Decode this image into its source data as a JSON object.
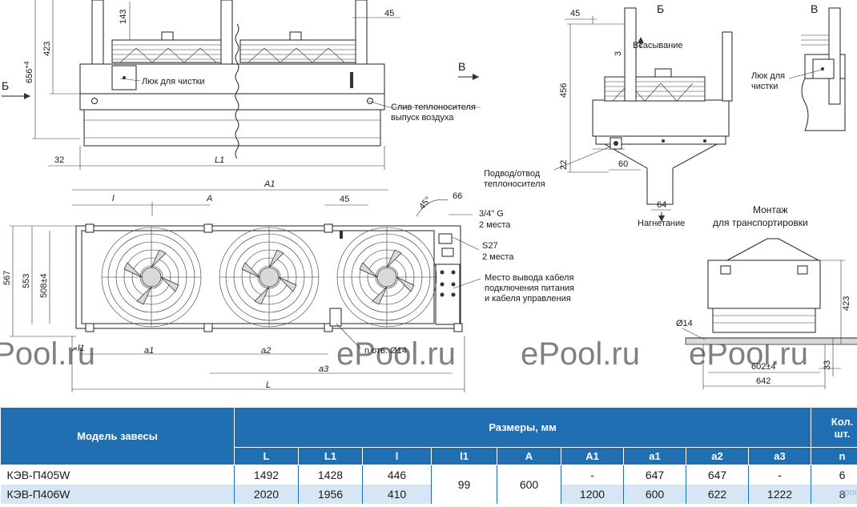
{
  "labels": {
    "view_b": "Б",
    "view_v": "В",
    "view_b_arrow": "Б",
    "view_v_arrow": "В",
    "hatch": "Люк для чистки",
    "hatch_side_line1": "Люк для",
    "hatch_side_line2": "чистки",
    "drain_line1": "Слив теплоносителя",
    "drain_line2": "выпуск воздуха",
    "intake": "Всасывание",
    "discharge": "Нагнетание",
    "supply_line1": "Подвод/отвод",
    "supply_line2": "теплоносителя",
    "mount_line1": "Монтаж",
    "mount_line2": "для транспортировки",
    "thread_line1": "3/4\" G",
    "thread_line2": "2 места",
    "wrench_line1": "S27",
    "wrench_line2": "2 места",
    "cable_line1": "Место вывода кабеля",
    "cable_line2": "подключения питания",
    "cable_line3": "и кабеля управления",
    "holes": "n отв. Ø14",
    "hole_dia": "Ø14"
  },
  "dims": {
    "d143": "143",
    "d423": "423",
    "d656": "656",
    "d656_tol": "+4",
    "d45_top": "45",
    "d32": "32",
    "L1": "L1",
    "d45_b": "45",
    "d3": "3",
    "d456": "456",
    "d22": "22",
    "d60": "60",
    "d64": "64",
    "A1": "A1",
    "l": "l",
    "A": "A",
    "d45_plan": "45",
    "d45deg": "45°",
    "d66": "66",
    "d567": "567",
    "d553": "553",
    "d508": "508±4",
    "l1": "l1",
    "a1": "a1",
    "a2": "a2",
    "a3": "a3",
    "L": "L",
    "d423_m": "423",
    "d33": "33",
    "d602": "602±4",
    "d642": "642"
  },
  "watermark": "ePool.ru",
  "footer_logo": "epool.ru",
  "table": {
    "col_model": "Модель завесы",
    "col_dims": "Размеры, мм",
    "col_qty_line1": "Кол.",
    "col_qty_line2": "шт.",
    "sub": [
      "L",
      "L1",
      "l",
      "l1",
      "A",
      "A1",
      "a1",
      "a2",
      "a3",
      "n"
    ],
    "rows": [
      {
        "model": "КЭВ-П405W",
        "L": "1492",
        "L1": "1428",
        "l": "446",
        "l1": "99",
        "A": "600",
        "A1": "-",
        "a1": "647",
        "a2": "647",
        "a3": "-",
        "n": "6"
      },
      {
        "model": "КЭВ-П406W",
        "L": "2020",
        "L1": "1956",
        "l": "410",
        "l1": "",
        "A": "",
        "A1": "1200",
        "a1": "600",
        "a2": "622",
        "a3": "1222",
        "n": "8"
      }
    ]
  }
}
